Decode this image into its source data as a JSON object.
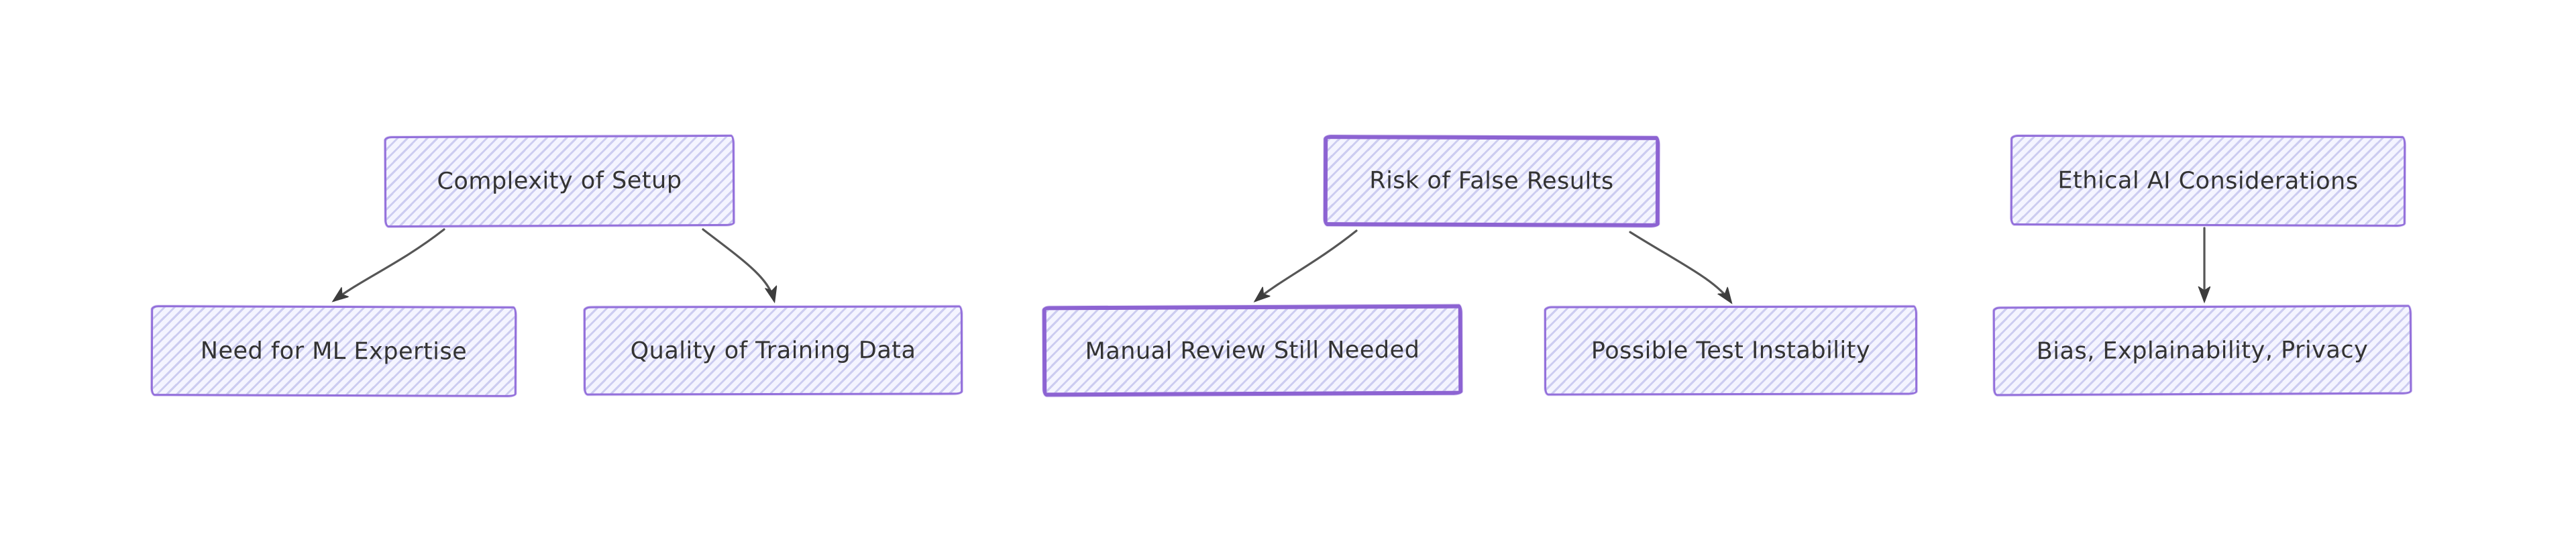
{
  "diagram": {
    "type": "flowchart",
    "direction": "top-down",
    "style": "hand-drawn-sketch",
    "background": "#ffffff",
    "nodes": [
      {
        "id": "complexity-of-setup",
        "label": "Complexity of Setup"
      },
      {
        "id": "need-for-ml-expertise",
        "label": "Need for ML Expertise"
      },
      {
        "id": "quality-of-training-data",
        "label": "Quality of Training Data"
      },
      {
        "id": "risk-of-false-results",
        "label": "Risk of False Results"
      },
      {
        "id": "manual-review-still-needed",
        "label": "Manual Review Still Needed"
      },
      {
        "id": "possible-test-instability",
        "label": "Possible Test Instability"
      },
      {
        "id": "ethical-ai-considerations",
        "label": "Ethical AI Considerations"
      },
      {
        "id": "bias-explainability-privacy",
        "label": "Bias, Explainability, Privacy"
      }
    ],
    "edges": [
      {
        "from": "complexity-of-setup",
        "to": "need-for-ml-expertise"
      },
      {
        "from": "complexity-of-setup",
        "to": "quality-of-training-data"
      },
      {
        "from": "risk-of-false-results",
        "to": "manual-review-still-needed"
      },
      {
        "from": "risk-of-false-results",
        "to": "possible-test-instability"
      },
      {
        "from": "ethical-ai-considerations",
        "to": "bias-explainability-privacy"
      }
    ],
    "colors": {
      "node_border": "#9370DB",
      "node_border_thick": "#8c63d2",
      "node_fill": "#ECECFF",
      "hatch_stroke": "#b5b5e6",
      "text": "#333333",
      "edge": "#565656"
    }
  }
}
